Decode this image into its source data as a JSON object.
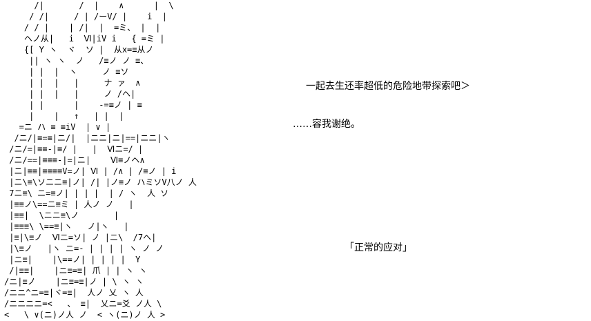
{
  "colors": {
    "background": "#ffffff",
    "text": "#000000"
  },
  "ascii_art": {
    "description": "ascii-art-girl-character",
    "lines": [
      "      /|       /  |    ∧      |  \\",
      "     / /|     / | /ーV/ |    i  |",
      "    / / |    | /|  |  =ミ、 |  |",
      "    ヘノ从|   i  Ⅵ|iV i   { =ミ |",
      "    {[ Y ヽ  ヾ  ソ |  从x=≡从ノ",
      "     || ヽ ヽ  ノ   /≡ノ ノ ≡、",
      "     | |  |  ヽ     ノ ≡ソ",
      "     | |  |   |     ナ ァ  ∧",
      "     | |  |   |     ノ /ヘ|",
      "     | |      |    -=≡ノ | ≡",
      "     |    |   ↑   | |  |",
      "   =ニ ハ ≡ ≡iV  | ∨ |",
      "  /ニ/|≡=≡|ニ/|  |ニニ|ニ|==|ニニ|ヽ",
      " /ニ/=|≡≡-|≡/ |   |  Ⅵニ=/ |",
      " /ニ/==|≡≡≡-|=|ニ|    Ⅵ≡ノヘ∧",
      " |ニ|≡≡|≡≡≡≡V=ノ| Ⅵ | /∧ | /≡ノ | i",
      " |ニ\\≡\\ソニニ≡|ノ| /| |ノ≡ノ ハミソV八ノ 人",
      " 7ニ≡\\ ニ=≡ノ| | | |  | / ヽ  人 ソ",
      " |≡≡ノ\\==ニ≡ミ | 人ノ ノ   |",
      " |≡≡|  \\ニニ≡\\ノ       |",
      " |≡≡≡\\ \\==≡|ヽ   ノ|ヽ   |",
      " |≡|\\≡ノ  Ⅵニ=ソ| ノ |ニ\\  /7ヘ|",
      " |\\≡ノ   |ヽ ニ=- | | | | ヽ ノ ノ",
      " |ニ≡|    |\\==ノ| | | | |  Y",
      " /|≡≡|    |ニ≡=≡| 爪 | | ヽ ヽ",
      "/ニ|≡ノ    |ニ≡=≡|ノ | \\ ヽ ヽ",
      "/ニニ^ニ=≡|ヾ=≡|  人ノ 乂 ヽ 人",
      "/ニニニニ=<   、 ≡|  乂ニ=爻 ノ人 \\",
      "<   \\ ∨(ニ)ノ人 ノ  < ヽ(ニ)ノ 人 >"
    ]
  },
  "dialogue": [
    {
      "speaker": "other",
      "text": "一起去生还率超低的危险地带探索吧＞"
    },
    {
      "speaker": "character",
      "text": "……容我谢绝。"
    },
    {
      "speaker": "caption",
      "text": "「正常的应对」"
    }
  ]
}
